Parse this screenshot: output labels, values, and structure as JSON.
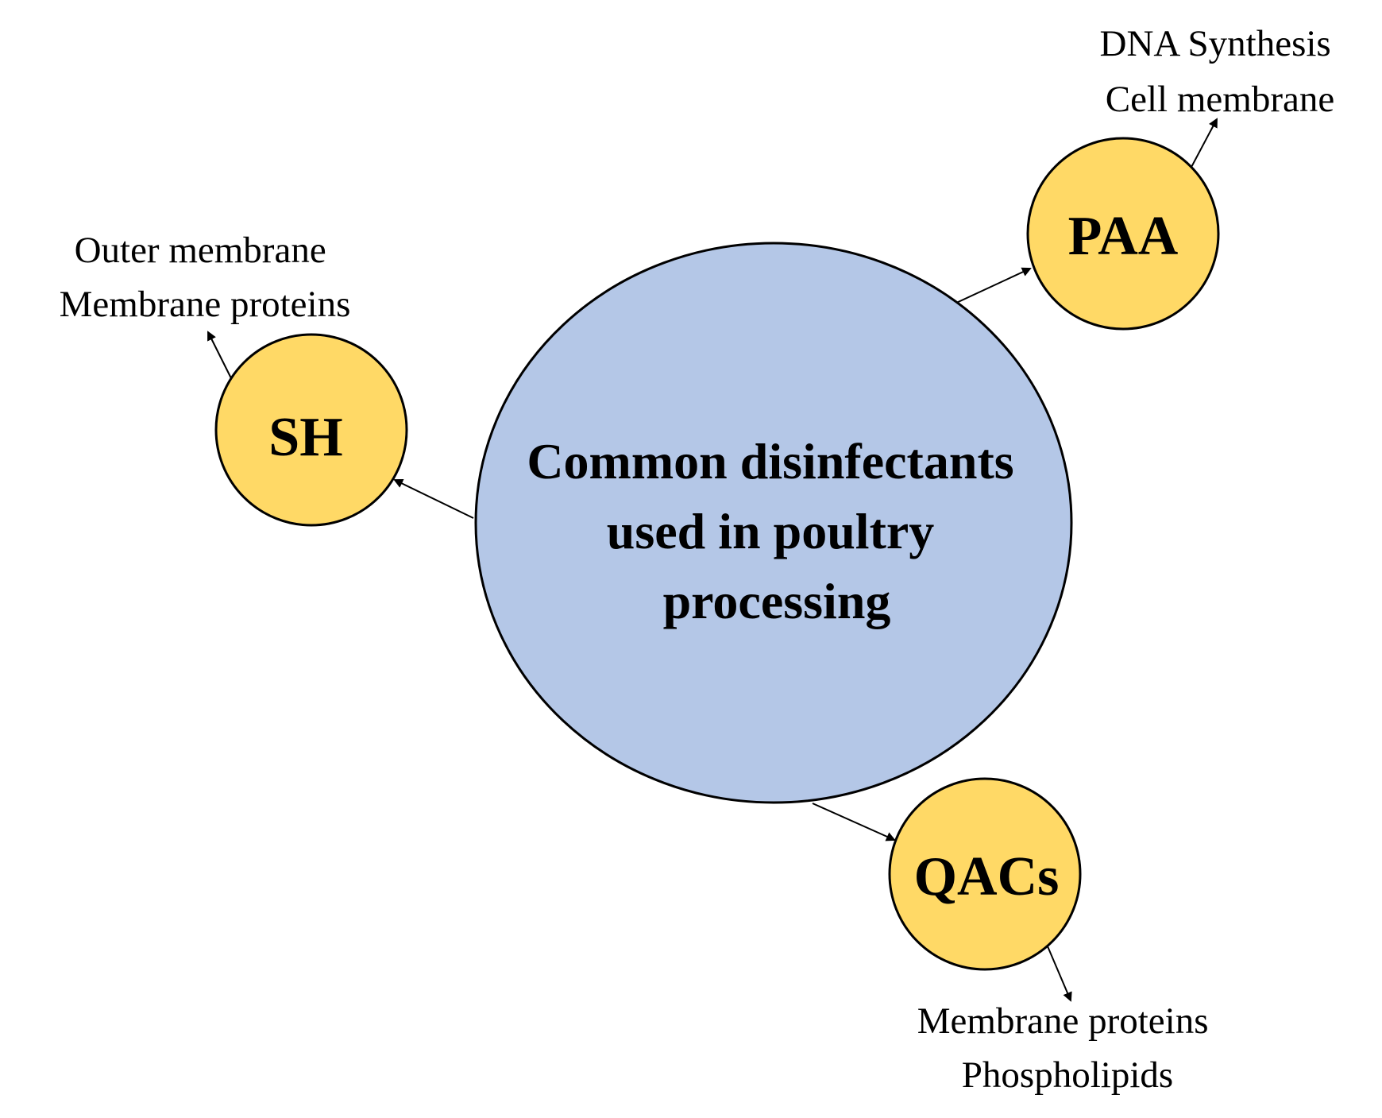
{
  "colors": {
    "hub_fill": "#b4c7e7",
    "node_fill": "#ffd966",
    "stroke": "#000000",
    "text": "#000000"
  },
  "hub": {
    "lines": [
      "Common disinfectants",
      "used in poultry",
      "processing"
    ]
  },
  "nodes": [
    {
      "id": "paa",
      "label": "PAA",
      "targets": [
        "DNA Synthesis",
        "Cell membrane"
      ]
    },
    {
      "id": "sh",
      "label": "SH",
      "targets": [
        "Outer membrane",
        "Membrane proteins"
      ]
    },
    {
      "id": "qacs",
      "label": "QACs",
      "targets": [
        "Membrane proteins",
        "Phospholipids"
      ]
    }
  ]
}
